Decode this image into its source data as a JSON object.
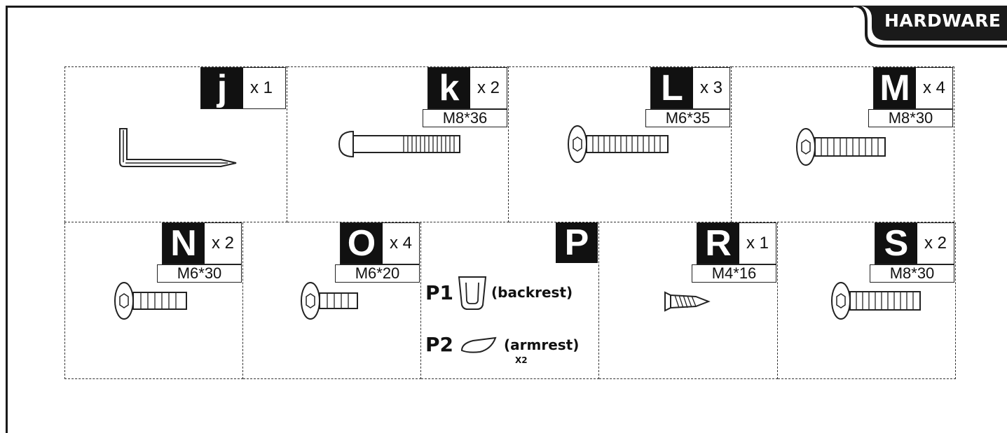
{
  "section_title": "HARDWARE",
  "items": [
    {
      "letter": "j",
      "qty": "x 1",
      "spec": ""
    },
    {
      "letter": "k",
      "qty": "x 2",
      "spec": "M8*36"
    },
    {
      "letter": "L",
      "qty": "x 3",
      "spec": "M6*35"
    },
    {
      "letter": "M",
      "qty": "x 4",
      "spec": "M8*30"
    },
    {
      "letter": "N",
      "qty": "x 2",
      "spec": "M6*30"
    },
    {
      "letter": "O",
      "qty": "x 4",
      "spec": "M6*20"
    },
    {
      "letter": "P",
      "qty": "",
      "spec": ""
    },
    {
      "letter": "R",
      "qty": "x 1",
      "spec": "M4*16"
    },
    {
      "letter": "S",
      "qty": "x 2",
      "spec": "M8*30"
    }
  ],
  "p_parts": [
    {
      "code": "P1",
      "desc": "(backrest)",
      "mult": ""
    },
    {
      "code": "P2",
      "desc": "(armrest)",
      "mult": "X2"
    }
  ]
}
